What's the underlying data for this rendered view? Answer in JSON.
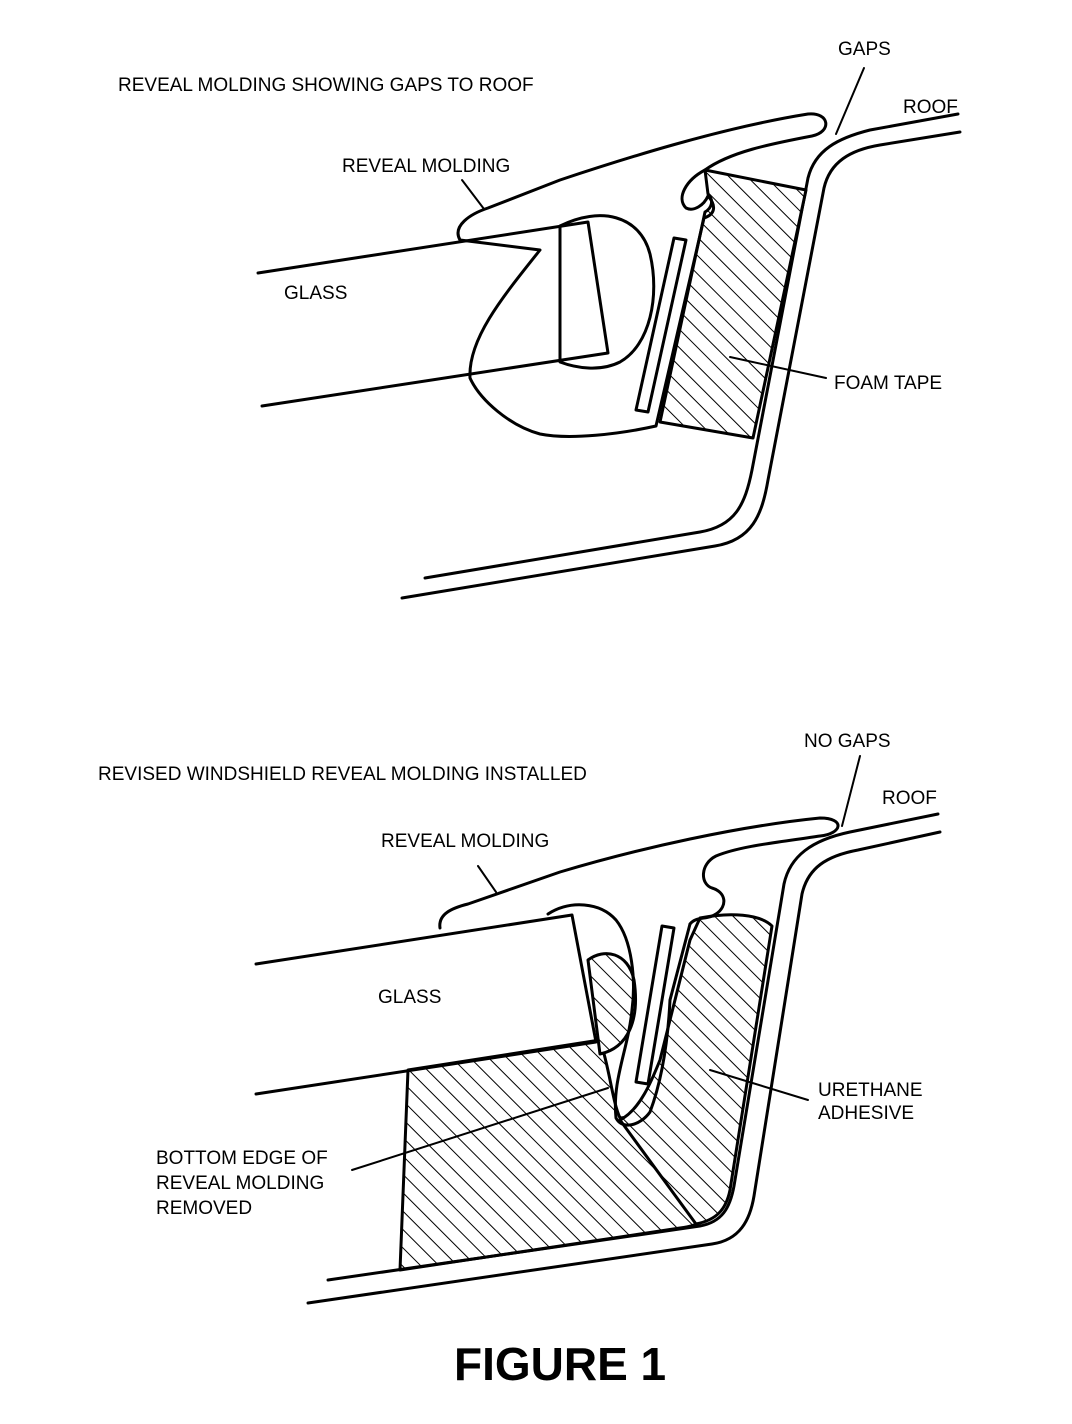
{
  "top_panel": {
    "caption": "REVEAL MOLDING SHOWING GAPS TO ROOF",
    "labels": {
      "gaps": "GAPS",
      "roof": "ROOF",
      "reveal_molding": "REVEAL MOLDING",
      "glass": "GLASS",
      "foam_tape": "FOAM TAPE"
    }
  },
  "bottom_panel": {
    "caption": "REVISED WINDSHIELD REVEAL MOLDING INSTALLED",
    "labels": {
      "no_gaps": "NO GAPS",
      "roof": "ROOF",
      "reveal_molding": "REVEAL MOLDING",
      "glass": "GLASS",
      "urethane_line1": "URETHANE",
      "urethane_line2": "ADHESIVE",
      "bottom_edge_line1": "BOTTOM EDGE OF",
      "bottom_edge_line2": "REVEAL MOLDING",
      "bottom_edge_line3": "REMOVED"
    }
  },
  "figure_title": "FIGURE 1",
  "colors": {
    "ink": "#000000",
    "paper": "#ffffff"
  }
}
